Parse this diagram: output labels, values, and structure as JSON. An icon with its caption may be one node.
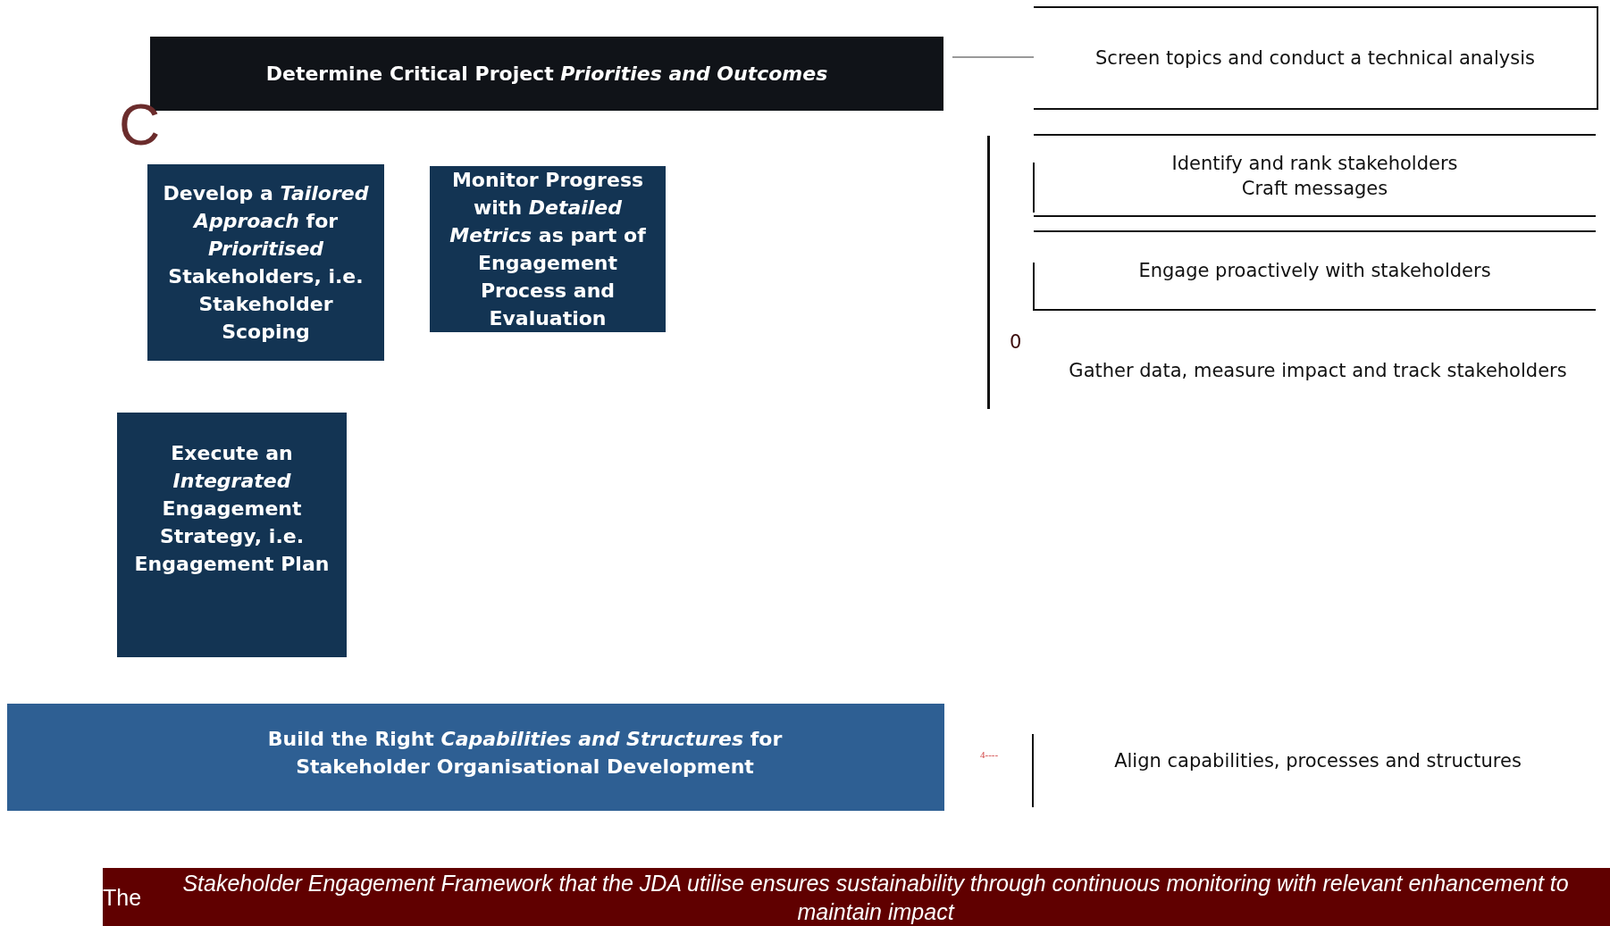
{
  "diagram": {
    "caption": "The *Stakeholder Engagement Framework that the JDA utilise ensures sustainability through continuous monitoring with relevant enhancement to maintain impact*",
    "nodes": [
      {
        "text": [
          "Determine Critical Project *Priorities and Outcomes*"
        ]
      },
      {
        "text": [
          "Screen topics and conduct a technical analysis"
        ]
      },
      {
        "text": [
          "Develop a *Tailored Approach* for *Prioritised* Stakeholders, i.e. Stakeholder Scoping"
        ]
      },
      {
        "text": [
          "Monitor Progress with *Detailed Metrics* as part of Engagement Process and Evaluation"
        ]
      },
      {
        "text": [
          "Execute an *Integrated* Engagement Strategy, i.e. Engagement Plan"
        ]
      },
      {
        "text": [
          "Identify and rank stakeholders",
          "Craft messages"
        ]
      },
      {
        "text": [
          "Engage proactively with stakeholders"
        ]
      },
      {
        "text": [
          "Gather data, measure impact and track stakeholders"
        ]
      },
      {
        "text": [
          "Build the Right *Capabilities and Structures* for Stakeholder Organisational Development"
        ]
      },
      {
        "text": [
          "Align capabilities, processes and structures"
        ]
      }
    ],
    "edges": [
      {
        "from": 0,
        "to": 1,
        "arrow": "none"
      }
    ],
    "labels": [
      "C",
      "0",
      "4----"
    ]
  }
}
